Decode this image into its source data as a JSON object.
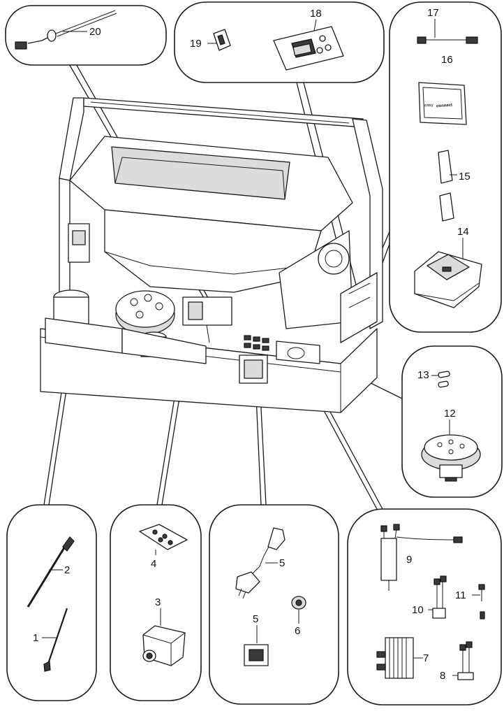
{
  "callouts": [
    {
      "id": "c1",
      "label": "1"
    },
    {
      "id": "c2",
      "label": "2"
    },
    {
      "id": "c3",
      "label": "3"
    },
    {
      "id": "c4",
      "label": "4"
    },
    {
      "id": "c5a",
      "label": "5"
    },
    {
      "id": "c5b",
      "label": "5"
    },
    {
      "id": "c6",
      "label": "6"
    },
    {
      "id": "c7",
      "label": "7"
    },
    {
      "id": "c8",
      "label": "8"
    },
    {
      "id": "c9",
      "label": "9"
    },
    {
      "id": "c10",
      "label": "10"
    },
    {
      "id": "c11",
      "label": "11"
    },
    {
      "id": "c12",
      "label": "12"
    },
    {
      "id": "c13",
      "label": "13"
    },
    {
      "id": "c14",
      "label": "14"
    },
    {
      "id": "c15",
      "label": "15"
    },
    {
      "id": "c16",
      "label": "16"
    },
    {
      "id": "c17",
      "label": "17"
    },
    {
      "id": "c18",
      "label": "18"
    },
    {
      "id": "c19",
      "label": "19"
    },
    {
      "id": "c20",
      "label": "20"
    }
  ],
  "part_16_logo": {
    "word1": "easy",
    "word2": "connect"
  }
}
